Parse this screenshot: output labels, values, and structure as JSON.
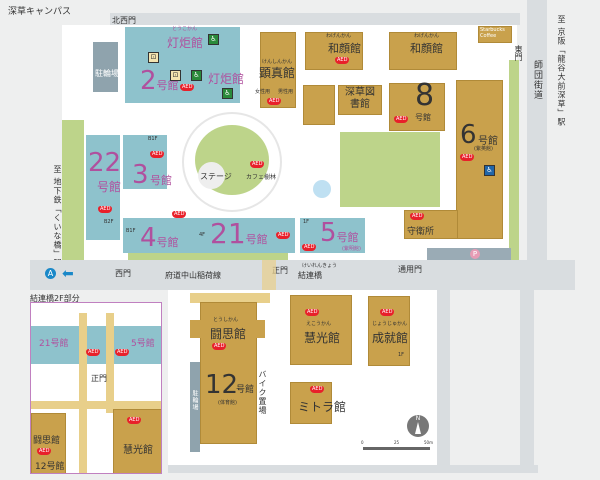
{
  "title": "深草キャンパス",
  "gates": {
    "northwest": "北西門",
    "east": "東門",
    "west": "西門",
    "main": "正門",
    "service": "通用門"
  },
  "roads": {
    "fudo": "府道中山稲荷線",
    "shidan": "師団街道",
    "bridge": "結連橋",
    "bridge_kana": "けいれんきょう"
  },
  "directions": {
    "keihan": "至 京阪「龍谷大前深草」駅",
    "subway": "至 地下鉄「くいな橋」駅"
  },
  "buildings": {
    "toko1": {
      "kana": "とうこかん",
      "name": "灯炬館"
    },
    "toko2": {
      "kana": "とうこかん",
      "name": "灯炬館"
    },
    "b2": {
      "num": "2",
      "suffix": "号館"
    },
    "kenshin": {
      "kana": "けんしんかん",
      "name": "顕真館",
      "women": "女性用",
      "men": "男性用"
    },
    "wagen1": {
      "kana": "わげんかん",
      "name": "和顔館"
    },
    "wagen2": {
      "kana": "わげんかん",
      "name": "和顔館"
    },
    "starbucks": "Starbucks Coffee",
    "library": "深草図書館",
    "b8": {
      "num": "8",
      "suffix": "号館"
    },
    "b6": {
      "num": "6",
      "suffix": "号館",
      "sub": "(紫英館)"
    },
    "guard": "守衛所",
    "b22": {
      "num": "22",
      "suffix": "号館"
    },
    "b3": {
      "num": "3",
      "suffix": "号館"
    },
    "stage": "ステージ",
    "cafe": "カフェ樹林",
    "b4": {
      "num": "4",
      "suffix": "号館"
    },
    "b21": {
      "num": "21",
      "suffix": "号館"
    },
    "b5": {
      "num": "5",
      "suffix": "号館",
      "sub": "(紫明館)"
    },
    "toshi": {
      "kana": "とうしかん",
      "name": "闘思館"
    },
    "b12": {
      "num": "12",
      "suffix": "号館",
      "sub": "(体育館)"
    },
    "keiko": {
      "kana": "えこうかん",
      "name": "慧光館"
    },
    "jojyu": {
      "kana": "じょうじゅかん",
      "name": "成就館"
    },
    "mitra": "ミトラ館",
    "bikes": "駐輪場",
    "motorbike": "バイク置場"
  },
  "floors": {
    "b1f": "B1F",
    "b2f": "B2F",
    "f4": "4F",
    "f1": "1F",
    "f2": "2F"
  },
  "aed": "AED",
  "marker_a": "A",
  "parking": "P",
  "inset": {
    "title": "結連橋2F部分",
    "b21": "21号館",
    "b5": "5号館",
    "main": "正門",
    "toshi": "闘思館",
    "keiko": "慧光館",
    "b12": "12号館"
  },
  "compass": "N",
  "scale": [
    "0",
    "25",
    "50m"
  ],
  "colors": {
    "teal": "#8ec2cc",
    "gold": "#c9a14c",
    "magenta": "#b0509e",
    "aed": "#e8202a"
  }
}
